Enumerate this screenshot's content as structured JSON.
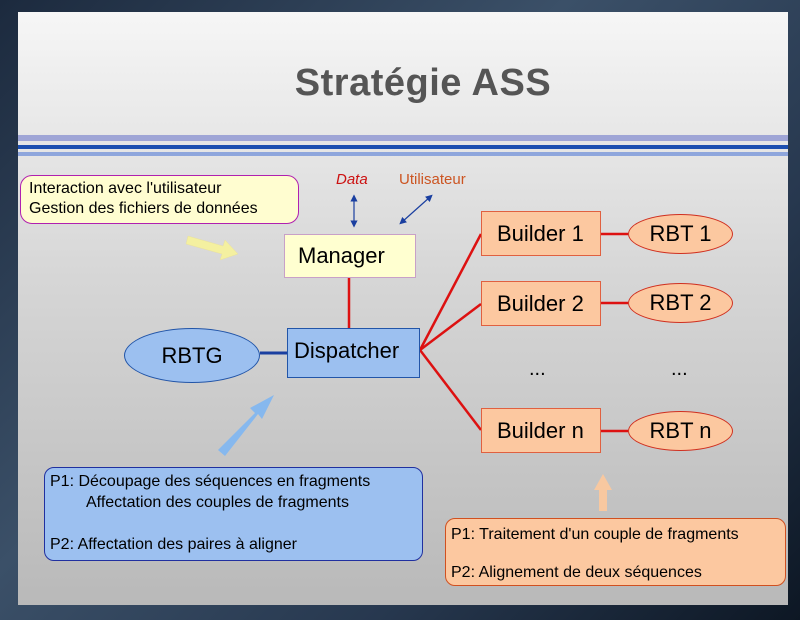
{
  "title": "Stratégie ASS",
  "labels": {
    "data": "Data",
    "utilisateur": "Utilisateur"
  },
  "notes": {
    "interaction": [
      "Interaction avec l'utilisateur",
      "Gestion des fichiers de données"
    ],
    "dispatcher": {
      "p1_line1": "P1: Découpage des séquences en fragments",
      "p1_line2": "Affectation des couples de fragments",
      "p2": "P2: Affectation des paires à aligner"
    },
    "builder": {
      "p1": "P1: Traitement d'un couple de fragments",
      "p2": "P2: Alignement de deux séquences"
    }
  },
  "nodes": {
    "manager": "Manager",
    "dispatcher": "Dispatcher",
    "rbtg": "RBTG",
    "builders": [
      "Builder 1",
      "Builder 2",
      "Builder n"
    ],
    "rbts": [
      "RBT 1",
      "RBT 2",
      "RBT n"
    ],
    "ellipsis": "..."
  },
  "colors": {
    "connector_red": "#dd1111",
    "connector_blue": "#1a3fa0",
    "data_label": "#cc1111",
    "utilisateur_label": "#cc5522",
    "arrow_yellow": "#f4f0a0",
    "arrow_blue": "#86b8ee",
    "arrow_orange": "#f8c8a0"
  }
}
